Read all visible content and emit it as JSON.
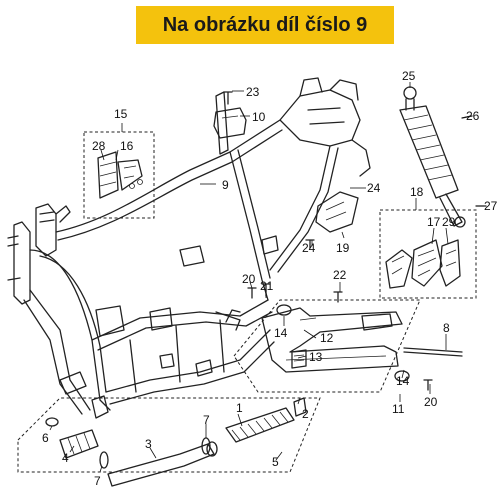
{
  "banner": {
    "text": "Na obrázku díl číslo 9",
    "color": "#f4c20d"
  },
  "callouts": [
    {
      "id": "1",
      "text": "1"
    },
    {
      "id": "2",
      "text": "2"
    },
    {
      "id": "3",
      "text": "3"
    },
    {
      "id": "4",
      "text": "4"
    },
    {
      "id": "5",
      "text": "5"
    },
    {
      "id": "6",
      "text": "6"
    },
    {
      "id": "7a",
      "text": "7"
    },
    {
      "id": "7b",
      "text": "7"
    },
    {
      "id": "8",
      "text": "8"
    },
    {
      "id": "9",
      "text": "9"
    },
    {
      "id": "10",
      "text": "10"
    },
    {
      "id": "11",
      "text": "11"
    },
    {
      "id": "12",
      "text": "12"
    },
    {
      "id": "13",
      "text": "13"
    },
    {
      "id": "14a",
      "text": "14"
    },
    {
      "id": "14b",
      "text": "14"
    },
    {
      "id": "15",
      "text": "15"
    },
    {
      "id": "16",
      "text": "16"
    },
    {
      "id": "17",
      "text": "17"
    },
    {
      "id": "18",
      "text": "18"
    },
    {
      "id": "19",
      "text": "19"
    },
    {
      "id": "20a",
      "text": "20"
    },
    {
      "id": "20b",
      "text": "20"
    },
    {
      "id": "21",
      "text": "21"
    },
    {
      "id": "22",
      "text": "22"
    },
    {
      "id": "23",
      "text": "23"
    },
    {
      "id": "24a",
      "text": "24"
    },
    {
      "id": "24b",
      "text": "24"
    },
    {
      "id": "25",
      "text": "25"
    },
    {
      "id": "26",
      "text": "26"
    },
    {
      "id": "27",
      "text": "27"
    },
    {
      "id": "28",
      "text": "28"
    },
    {
      "id": "29",
      "text": "29"
    }
  ]
}
